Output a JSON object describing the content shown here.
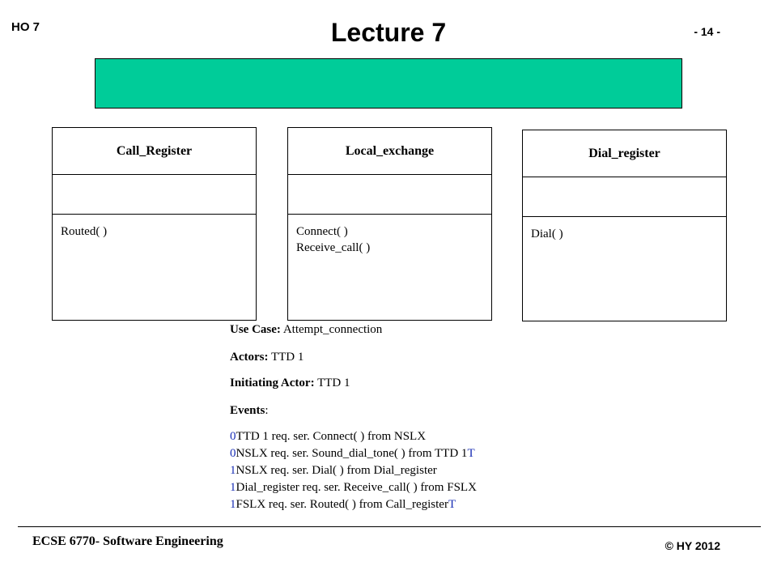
{
  "header": {
    "left": "HO 7",
    "title": "Lecture 7",
    "page": "- 14 -"
  },
  "banner": {
    "color": "#00CC99"
  },
  "classes": [
    {
      "name": "Call_Register",
      "operations": [
        "Routed( )"
      ]
    },
    {
      "name": "Local_exchange",
      "operations": [
        "Connect( )",
        "Receive_call( )"
      ]
    },
    {
      "name": "Dial_register",
      "operations": [
        "Dial( )"
      ]
    }
  ],
  "use_case": {
    "use_case_label": "Use Case:",
    "use_case_value": "Attempt_connection",
    "actors_label": "Actors:",
    "actors_value": "TTD 1",
    "initiating_label": "Initiating Actor:",
    "initiating_value": "TTD 1",
    "events_label": "Events",
    "events_colon": ":",
    "events": [
      {
        "num": "0",
        "text": "TTD 1 req. ser. Connect( ) from NSLX",
        "flag": ""
      },
      {
        "num": "0",
        "text": "NSLX req. ser. Sound_dial_tone( ) from TTD 1",
        "flag": "T"
      },
      {
        "num": "1",
        "text": "NSLX req. ser. Dial( ) from Dial_register",
        "flag": ""
      },
      {
        "num": "1",
        "text": "Dial_register req. ser. Receive_call( ) from FSLX",
        "flag": ""
      },
      {
        "num": "1",
        "text": "FSLX  req. ser. Routed( ) from Call_register",
        "flag": "T"
      }
    ]
  },
  "footer": {
    "course": "ECSE 6770- Software Engineering",
    "copyright": "© HY  2012"
  }
}
